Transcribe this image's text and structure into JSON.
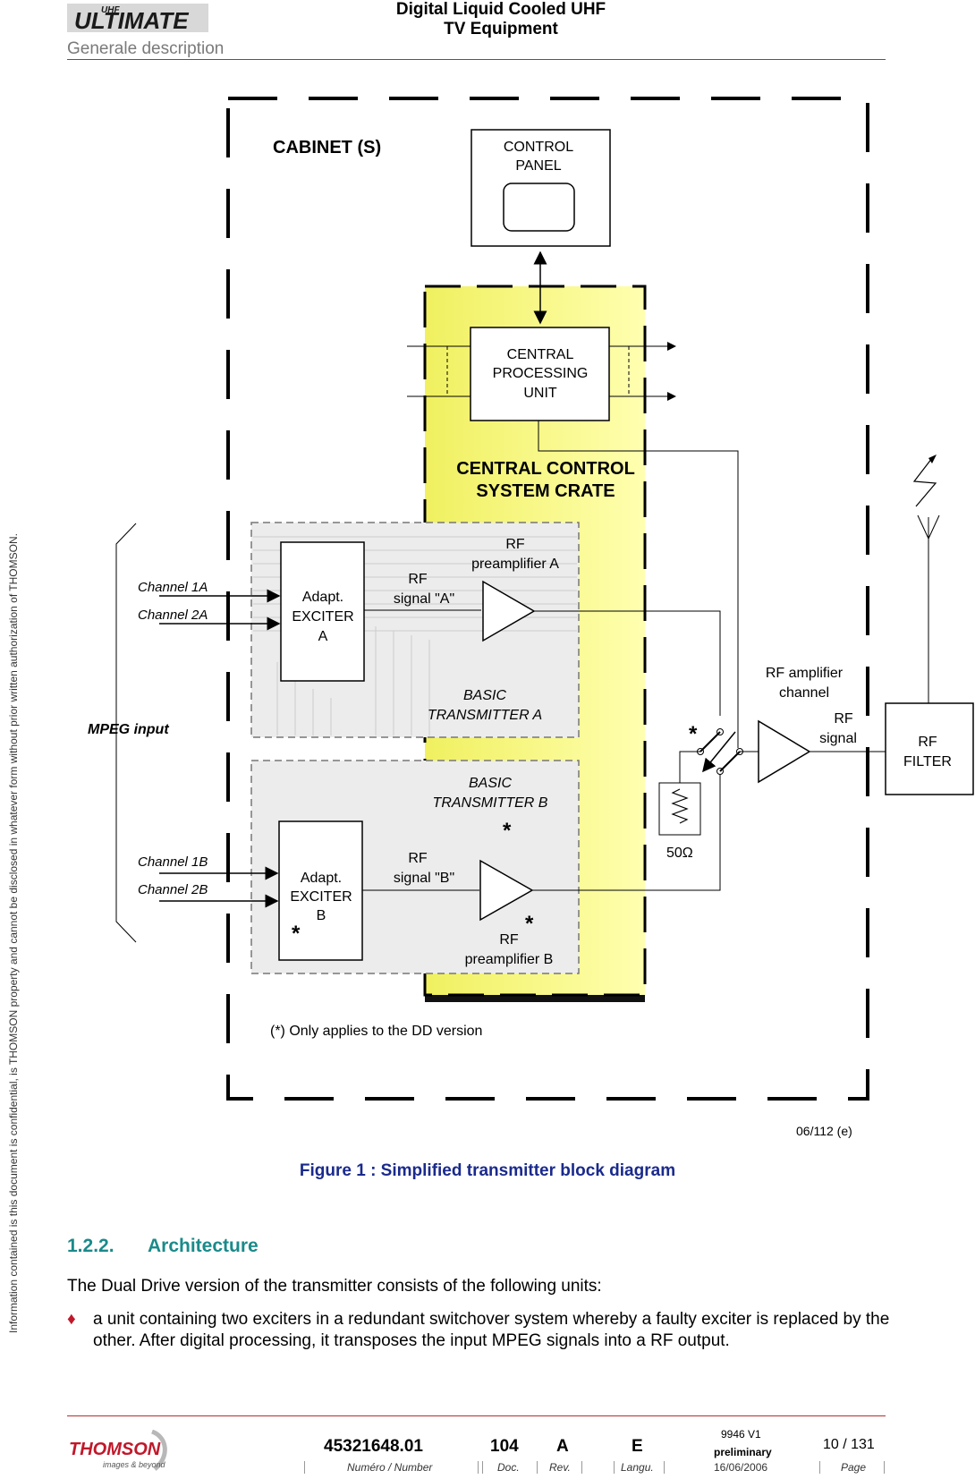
{
  "header": {
    "logo_text": "ULTIMATE",
    "logo_super": "UHF",
    "title_line1": "Digital Liquid Cooled UHF",
    "title_line2": "TV Equipment",
    "subtitle": "Generale description"
  },
  "sidebar_notice": "Information contained is this document is confidential, is THOMSON property and cannot be disclosed in whatever form without prior written authorization of THOMSON.",
  "diagram": {
    "cabinet": "CABINET (S)",
    "control_panel": [
      "CONTROL",
      "PANEL"
    ],
    "cpu": [
      "CENTRAL",
      "PROCESSING",
      "UNIT"
    ],
    "crate": [
      "CENTRAL CONTROL",
      "SYSTEM CRATE"
    ],
    "exciter_a": [
      "Adapt.",
      "EXCITER",
      "A"
    ],
    "exciter_b": [
      "Adapt.",
      "EXCITER",
      "B"
    ],
    "rf_signal_a": [
      "RF",
      "signal \"A\""
    ],
    "rf_signal_b": [
      "RF",
      "signal \"B\""
    ],
    "preamp_a": [
      "RF",
      "preamplifier A"
    ],
    "preamp_b": [
      "RF",
      "preamplifier B"
    ],
    "basic_a": [
      "BASIC",
      "TRANSMITTER A"
    ],
    "basic_b": [
      "BASIC",
      "TRANSMITTER B"
    ],
    "channel_1a": "Channel 1A",
    "channel_2a": "Channel 2A",
    "channel_1b": "Channel 1B",
    "channel_2b": "Channel 2B",
    "mpeg_input": "MPEG input",
    "rf_amp_channel": [
      "RF amplifier",
      "channel"
    ],
    "rf_signal_out": [
      "RF",
      "signal"
    ],
    "rf_filter": [
      "RF",
      "FILTER"
    ],
    "load": "50Ω",
    "asterisk": "*",
    "footnote": "(*) Only applies to the DD version"
  },
  "figure_ref": "06/112 (e)",
  "caption": "Figure 1 : Simplified transmitter block diagram",
  "section": {
    "number": "1.2.2.",
    "title": "Architecture"
  },
  "body_text": "The Dual Drive version of the transmitter consists of the following units:",
  "bullet_symbol": "♦",
  "bullet_text": "a unit containing two exciters in a redundant switchover system whereby a faulty exciter is replaced by the other. After digital processing, it transposes the input MPEG signals into a RF output.",
  "footer": {
    "brand": "THOMSON",
    "brand_tagline": "images & beyond",
    "number": "45321648.01",
    "doc": "104",
    "rev": "A",
    "langu": "E",
    "version": "9946 V1",
    "status": "preliminary",
    "date": "16/06/2006",
    "page": "10 / 131",
    "label_number": "Numéro / Number",
    "label_doc": "Doc.",
    "label_rev": "Rev.",
    "label_langu": "Langu.",
    "label_page": "Page"
  },
  "colors": {
    "crate_fill": "#fafa8c",
    "accent_caption": "#1a2a8c",
    "accent_section": "#1a8a8a",
    "rule": "#b03030"
  }
}
